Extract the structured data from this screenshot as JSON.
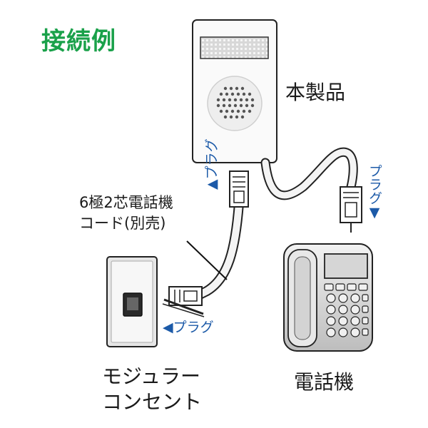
{
  "title": "接続例",
  "labels": {
    "product": "本製品",
    "cord_line1": "6極2芯電話機",
    "cord_line2": "コード(別売)",
    "jack_line1": "モジュラー",
    "jack_line2": "コンセント",
    "phone": "電話機"
  },
  "plug": {
    "left": "◀プラグ",
    "middle": "▲プラグ",
    "right": "プラグ▼"
  },
  "colors": {
    "title": "#1aa14a",
    "plug": "#1c5aa8"
  }
}
